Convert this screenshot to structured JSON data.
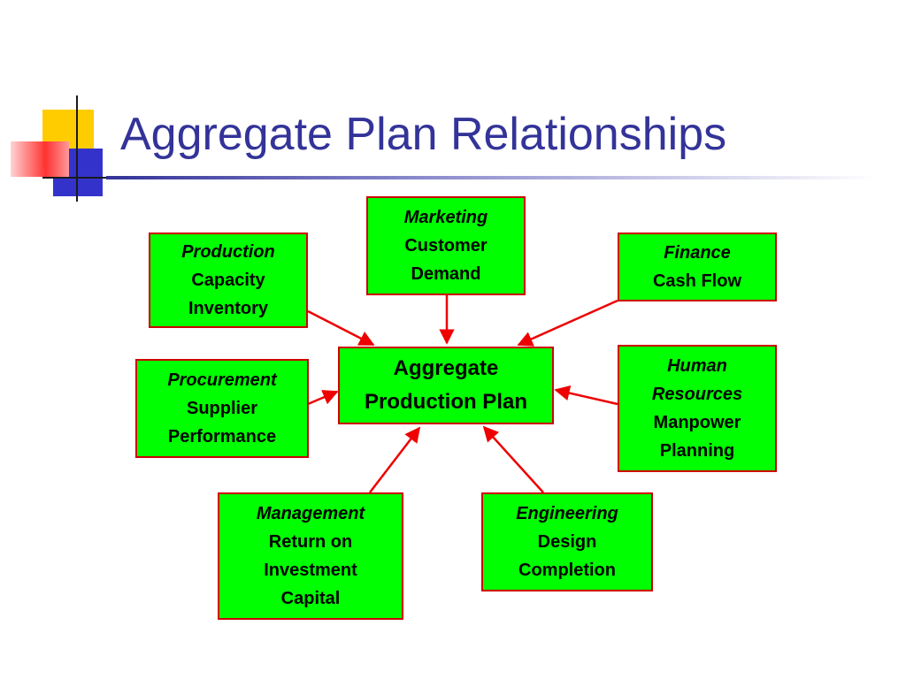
{
  "title": "Aggregate Plan Relationships",
  "colors": {
    "title_text": "#333399",
    "box_fill": "#00FF00",
    "box_border": "#CC0000",
    "arrow": "#EE0000",
    "accent_yellow": "#FFCC00",
    "accent_blue": "#3333CC",
    "accent_red": "#FF3333"
  },
  "center": {
    "lines": [
      "Aggregate",
      "Production Plan"
    ]
  },
  "boxes": {
    "marketing": {
      "dept": "Marketing",
      "lines": [
        "Customer",
        "Demand"
      ]
    },
    "production": {
      "dept": "Production",
      "lines": [
        "Capacity",
        "Inventory"
      ]
    },
    "finance": {
      "dept": "Finance",
      "lines": [
        "Cash Flow"
      ]
    },
    "procurement": {
      "dept": "Procurement",
      "lines": [
        "Supplier",
        "Performance"
      ]
    },
    "human_resources": {
      "dept_lines": [
        "Human",
        "Resources"
      ],
      "lines": [
        "Manpower",
        "Planning"
      ]
    },
    "management": {
      "dept": "Management",
      "lines": [
        "Return on",
        "Investment",
        "Capital"
      ]
    },
    "engineering": {
      "dept": "Engineering",
      "lines": [
        "Design",
        "Completion"
      ]
    }
  }
}
